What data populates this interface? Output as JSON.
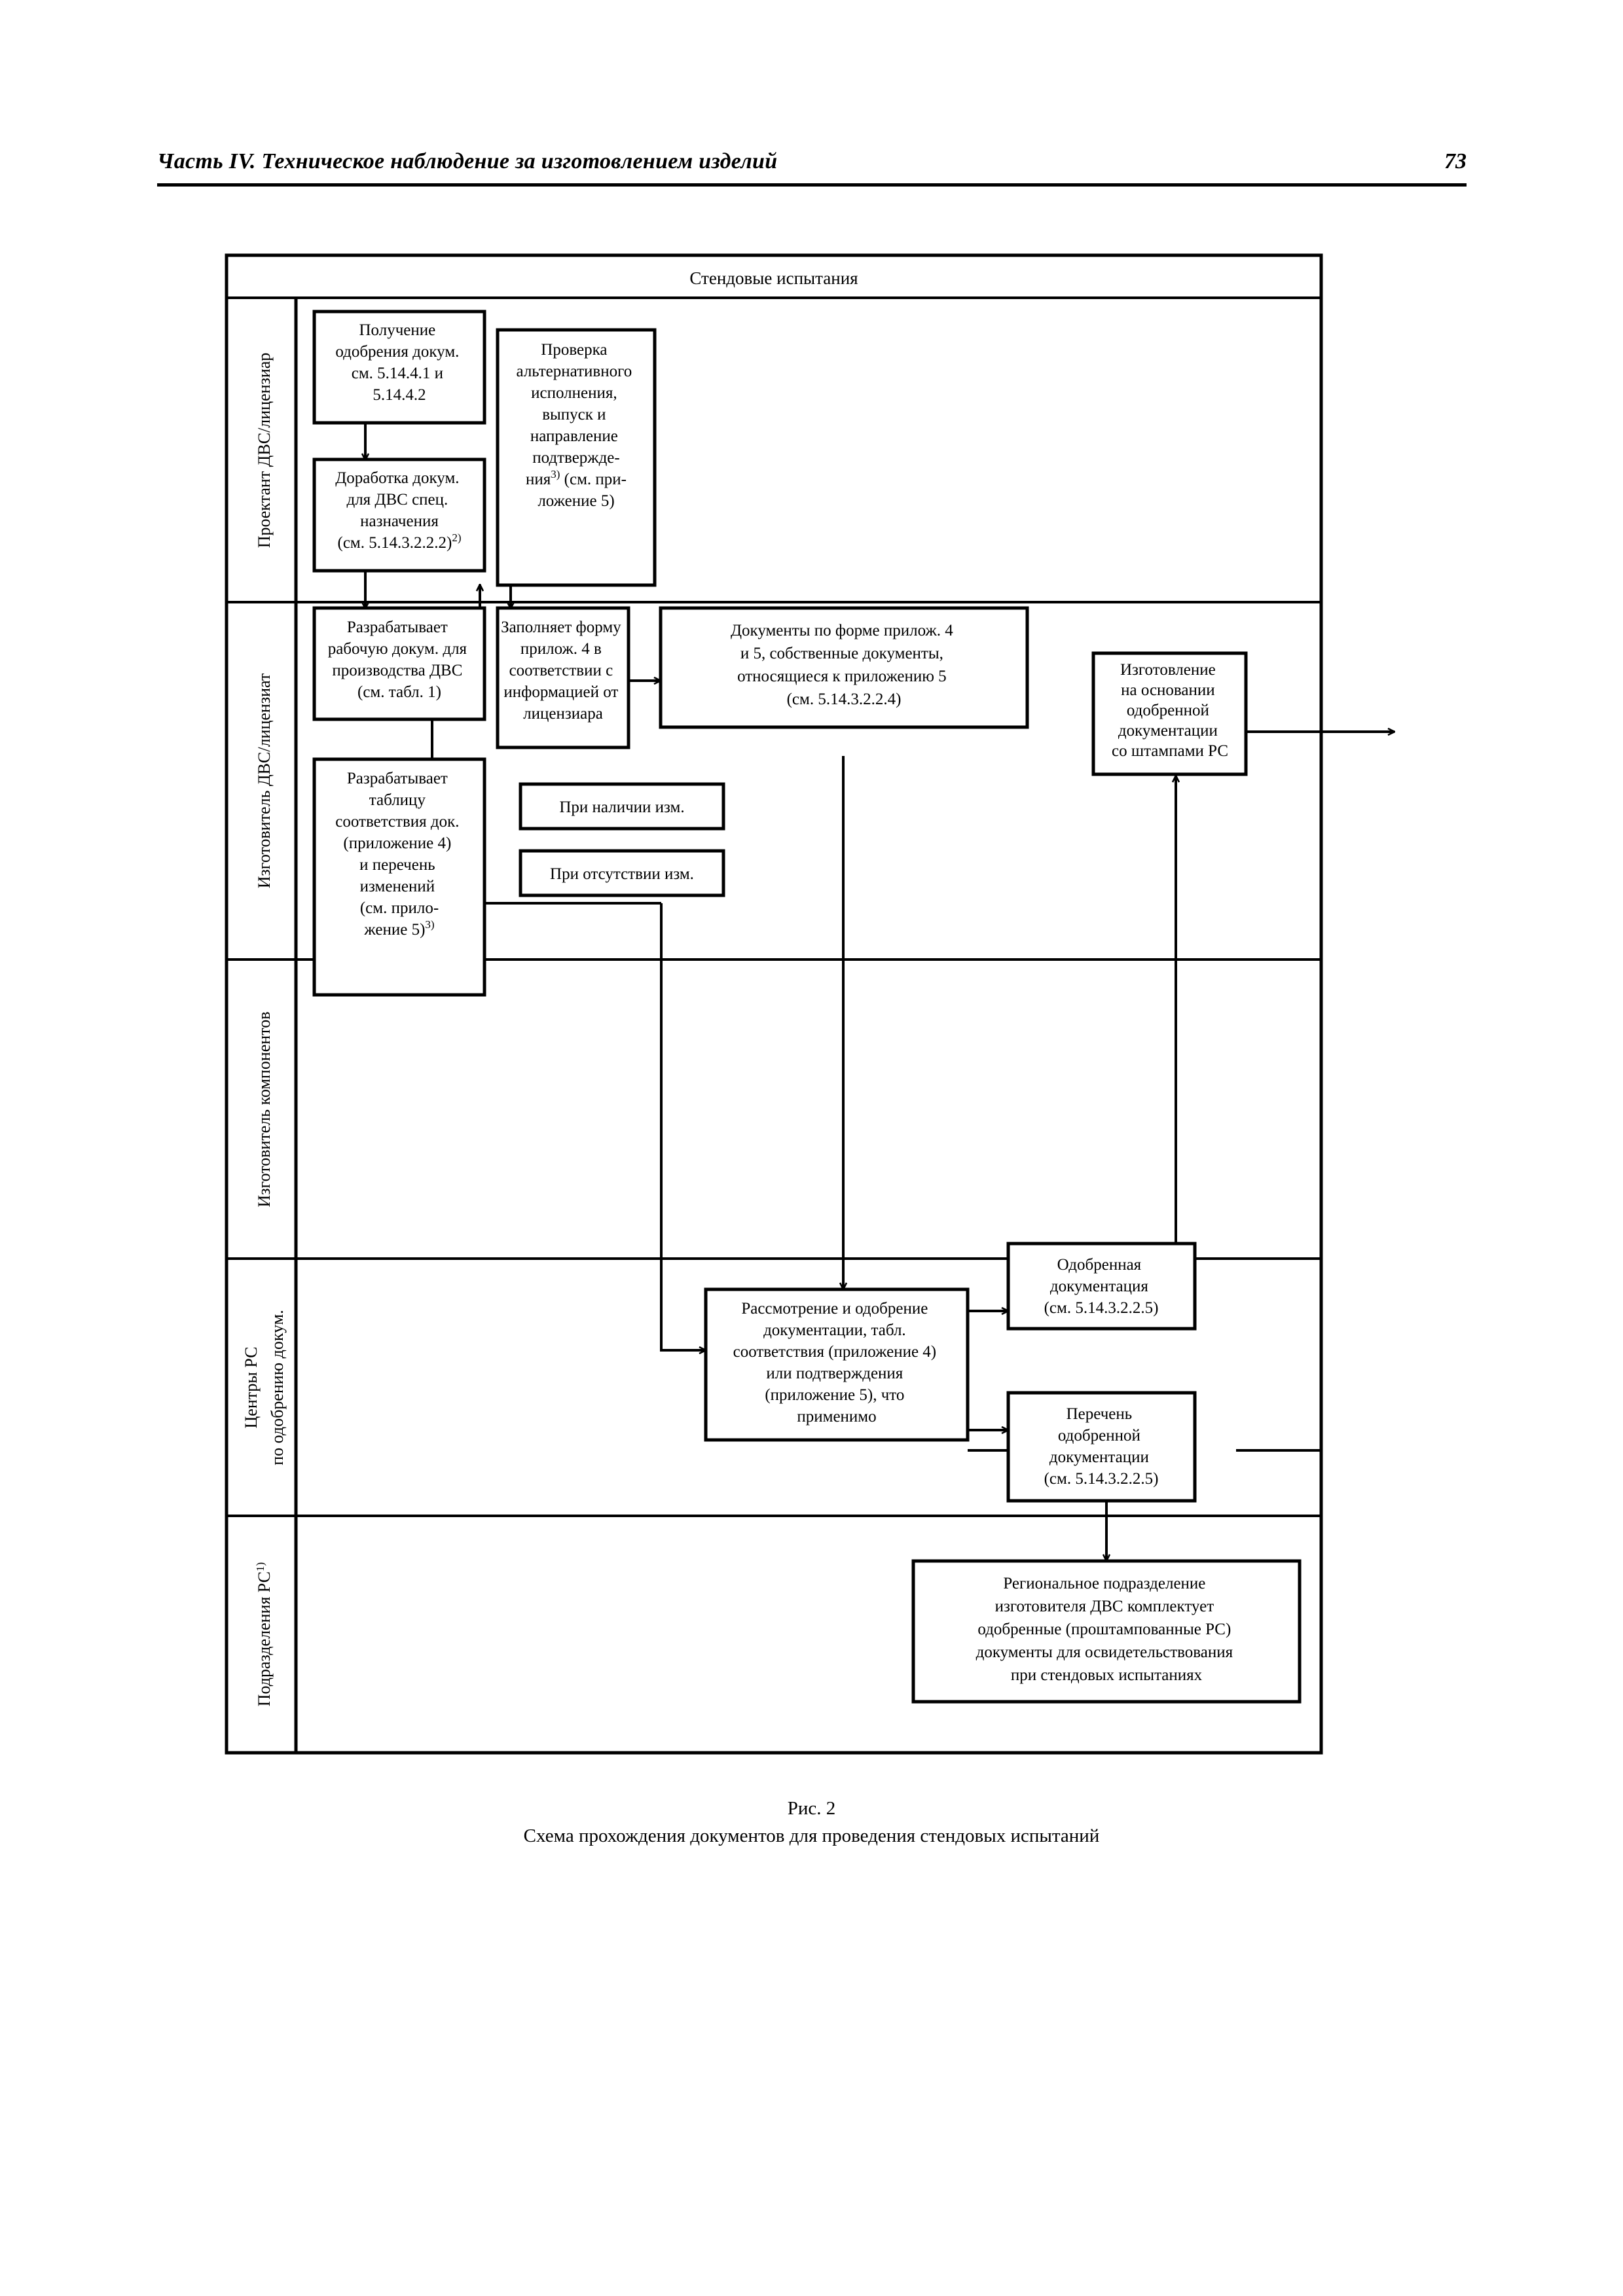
{
  "header": {
    "running_title": "Часть IV. Техническое наблюдение за изготовлением изделий",
    "page_number": "73"
  },
  "figure": {
    "caption_number": "Рис. 2",
    "caption_text": "Схема прохождения документов для проведения стендовых испытаний",
    "banner_title": "Стендовые испытания",
    "lanes": [
      {
        "label": "Проектант ДВС/лицензиар"
      },
      {
        "label": "Изготовитель ДВС/лицензиат"
      },
      {
        "label": "Изготовитель компонентов"
      },
      {
        "label_line1": "Центры РС",
        "label_line2": "по одобрению докум."
      },
      {
        "label": "Подразделения РС",
        "label_sup": "1)"
      }
    ],
    "nodes": {
      "poluchenie": {
        "lines": [
          "Получение",
          "одобрения докум.",
          "см. 5.14.4.1 и",
          "5.14.4.2"
        ]
      },
      "dorabotka": {
        "lines": [
          "Доработка докум.",
          "для ДВС спец.",
          "назначения",
          "(см. 5.14.3.2.2.2)"
        ],
        "sup": "2)"
      },
      "proverka": {
        "lines": [
          "Проверка",
          "альтернативного",
          "исполнения,",
          "выпуск и",
          "направление",
          "подтвержде-",
          "ния"
        ],
        "sup": "3)",
        "tail": " (см. при-",
        "last": "ложение 5)"
      },
      "razrabatyvaet_rab": {
        "lines": [
          "Разрабатывает",
          "рабочую докум. для",
          "производства ДВС",
          "(см. табл. 1)"
        ]
      },
      "zapolnyaet": {
        "lines": [
          "Заполняет форму",
          "прилож. 4 в",
          "соответствии с",
          "информацией от",
          "лицензиара"
        ]
      },
      "dokumenty_forme": {
        "lines": [
          "Документы по форме прилож. 4",
          "и 5, собственные документы,",
          "относящиеся к приложению 5",
          "(см. 5.14.3.2.2.4)"
        ]
      },
      "izgotovlenie": {
        "lines": [
          "Изготовление",
          "на основании",
          "одобренной",
          "документации",
          "со штампами РС"
        ]
      },
      "razrabatyvaet_tabl": {
        "lines": [
          "Разрабатывает",
          "таблицу",
          "соответствия док.",
          "(приложение 4)",
          "и перечень",
          "изменений",
          "(см. прило-",
          "жение 5)"
        ],
        "sup": "3)"
      },
      "pri_nalichii": {
        "lines": [
          "При наличии изм."
        ]
      },
      "pri_otsutstvii": {
        "lines": [
          "При отсутствии изм."
        ]
      },
      "rassmotrenie": {
        "lines": [
          "Рассмотрение и одобрение",
          "документации, табл.",
          "соответствия (приложение 4)",
          "или подтверждения",
          "(приложение 5), что",
          "применимо"
        ]
      },
      "odobrennaya_dok": {
        "lines": [
          "Одобренная",
          "документация",
          "(см. 5.14.3.2.2.5)"
        ]
      },
      "perechen": {
        "lines": [
          "Перечень",
          "одобренной",
          "документации",
          "(см. 5.14.3.2.2.5)"
        ]
      },
      "regionalnoe": {
        "lines": [
          "Региональное подразделение",
          "изготовителя ДВС комплектует",
          "одобренные (проштампованные РС)",
          "документы для освидетельствования",
          "при стендовых испытаниях"
        ]
      }
    }
  }
}
